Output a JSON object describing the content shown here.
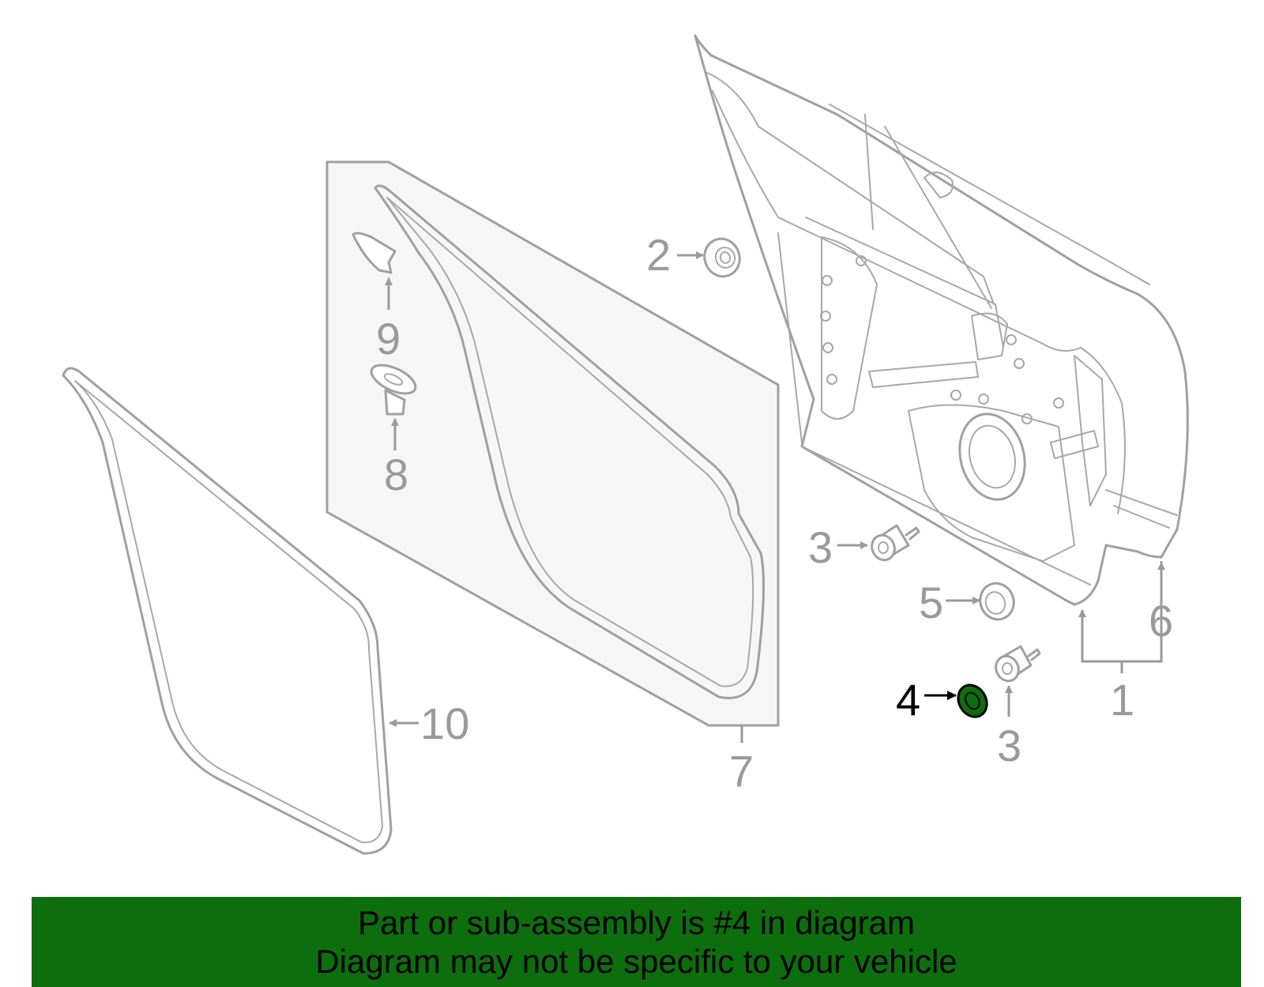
{
  "diagram": {
    "callouts": [
      "1",
      "2",
      "3",
      "3",
      "4",
      "5",
      "6",
      "7",
      "8",
      "9",
      "10"
    ],
    "highlighted_callout": "4",
    "highlight_color": "#0d6e0d",
    "line_color": "#9a9a9a"
  },
  "banner": {
    "line1": "Part or sub-assembly is #4 in diagram",
    "line2": "Diagram may not be specific to your vehicle",
    "background": "#0d6e0d"
  }
}
